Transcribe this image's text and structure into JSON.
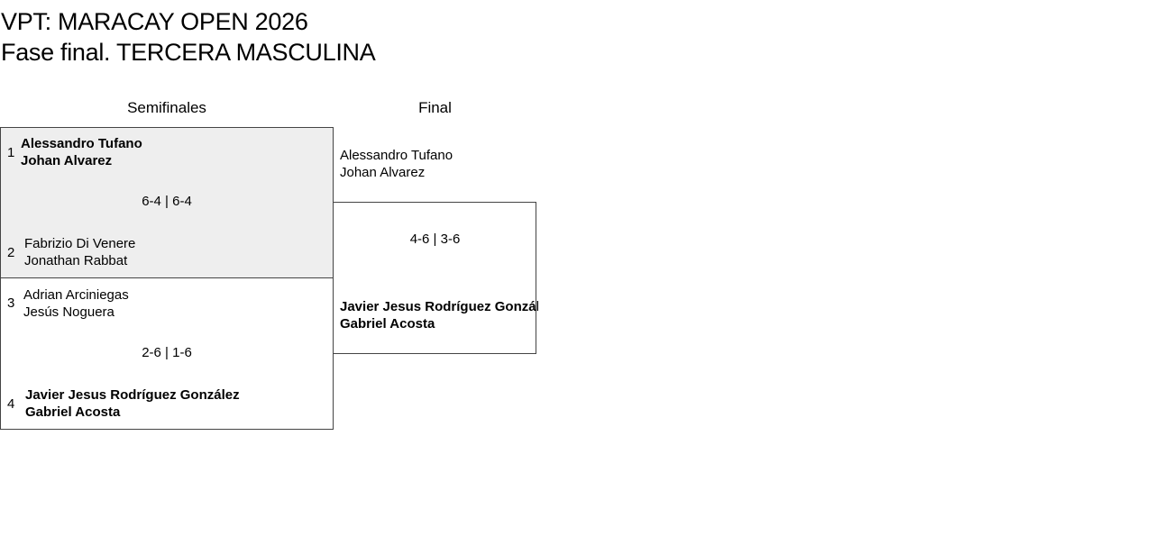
{
  "header": {
    "title": "VPT: MARACAY OPEN 2026",
    "subtitle": "Fase final. TERCERA MASCULINA"
  },
  "rounds": [
    {
      "label": "Semifinales"
    },
    {
      "label": "Final"
    }
  ],
  "semifinals": [
    {
      "score": "6-4 | 6-4",
      "highlighted": true,
      "teams": [
        {
          "seed": "1",
          "players": [
            "Alessandro Tufano",
            "Johan Alvarez"
          ],
          "winner": true
        },
        {
          "seed": "2",
          "players": [
            "Fabrizio Di Venere",
            "Jonathan Rabbat"
          ],
          "winner": false
        }
      ]
    },
    {
      "score": "2-6 | 1-6",
      "highlighted": false,
      "teams": [
        {
          "seed": "3",
          "players": [
            "Adrian Arciniegas",
            "Jesús Noguera"
          ],
          "winner": false
        },
        {
          "seed": "4",
          "players": [
            "Javier Jesus Rodríguez González",
            "Gabriel Acosta"
          ],
          "winner": true
        }
      ]
    }
  ],
  "final": {
    "score": "4-6 | 3-6",
    "teams": [
      {
        "players": [
          "Alessandro Tufano",
          "Johan Alvarez"
        ],
        "winner": false
      },
      {
        "players": [
          "Javier Jesus Rodríguez González",
          "Gabriel Acosta"
        ],
        "winner": true
      }
    ]
  },
  "colors": {
    "highlight_bg": "#eeeeee",
    "border": "#444444"
  }
}
